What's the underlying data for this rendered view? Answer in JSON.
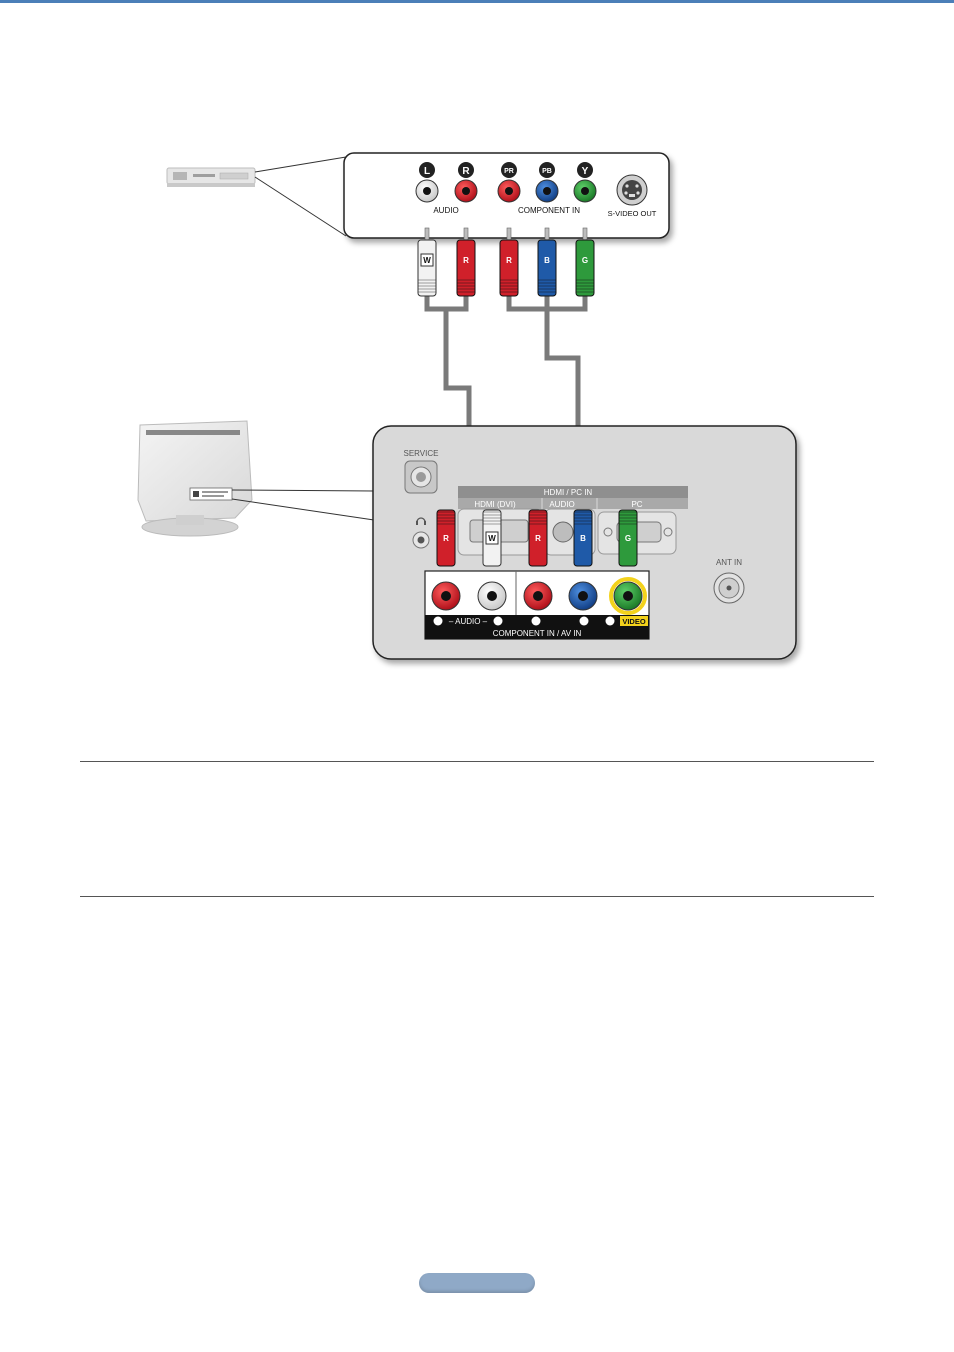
{
  "source_panel": {
    "jack_letters": [
      "L",
      "R",
      "PR",
      "PB",
      "Y"
    ],
    "audio_label": "AUDIO",
    "component_label": "COMPONENT IN",
    "svideo_label": "S-VIDEO OUT"
  },
  "source_plugs": [
    "W",
    "R",
    "R",
    "B",
    "G"
  ],
  "tv_panel": {
    "service_label": "SERVICE",
    "hdmi_pc_label": "HDMI / PC IN",
    "hdmi_dvi_label": "HDMI (DVI)",
    "audio_sub_label": "AUDIO",
    "pc_label": "PC",
    "ant_label": "ANT IN",
    "bottom_row_label_audio": "– AUDIO –",
    "bottom_row_label_video": "VIDEO",
    "component_av_label": "COMPONENT IN / AV IN"
  },
  "tv_plugs": [
    "R",
    "W",
    "R",
    "B",
    "G"
  ],
  "colors": {
    "red": "#d0202a",
    "white": "#f2f2f2",
    "blue": "#1f5aa8",
    "green": "#2e9a3c",
    "cable": "#7a7a7a",
    "panel": "#d9d9d9",
    "highlight": "#f3d21c"
  }
}
